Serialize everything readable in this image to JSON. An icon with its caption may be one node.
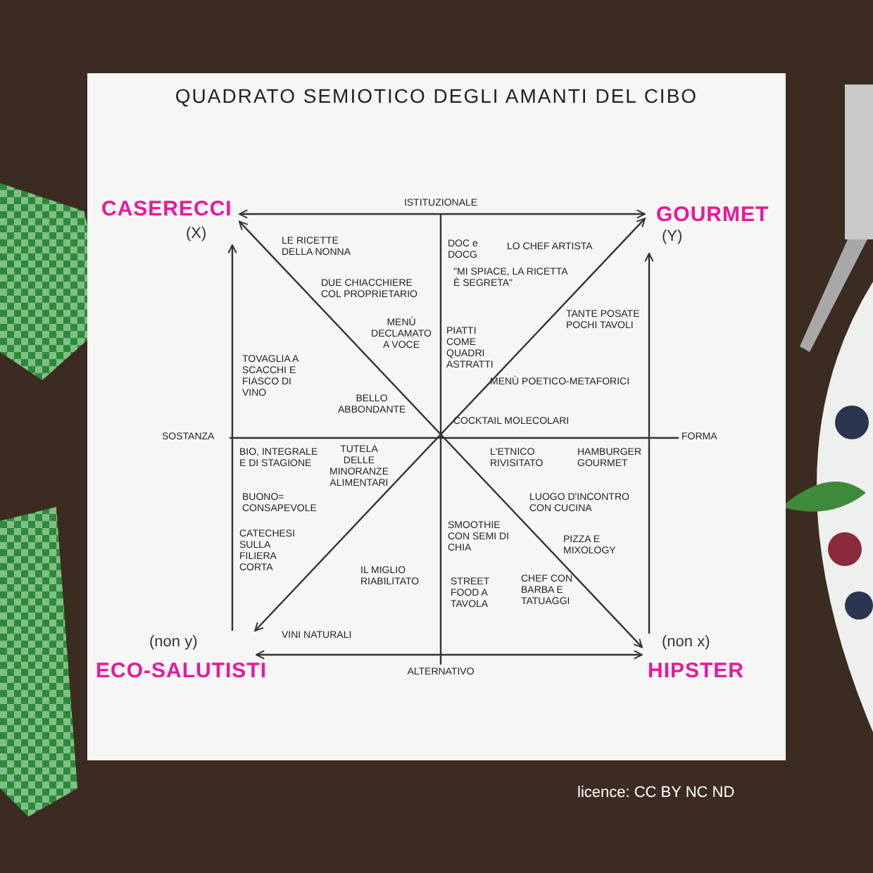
{
  "diagram": {
    "title": "QUADRATO SEMIOTICO DEGLI AMANTI DEL CIBO",
    "nodes": [
      {
        "text": [
          "CASERECCI"
        ],
        "beside": [
          "(X)"
        ]
      },
      {
        "text": [
          "GOURMET"
        ],
        "beside": [
          "(Y)"
        ]
      },
      {
        "text": [
          "ECO-SALUTISTI"
        ],
        "beside": [
          "(non y)"
        ]
      },
      {
        "text": [
          "HIPSTER"
        ],
        "beside": [
          "(non x)"
        ]
      }
    ],
    "edges": [
      {
        "from": 0,
        "to": 1,
        "arrow": "both"
      },
      {
        "from": 2,
        "to": 3,
        "arrow": "both"
      },
      {
        "from": 2,
        "to": 0,
        "arrow": "to"
      },
      {
        "from": 3,
        "to": 1,
        "arrow": "to"
      },
      {
        "from": 2,
        "to": 1,
        "arrow": "both"
      },
      {
        "from": 0,
        "to": 3,
        "arrow": "both"
      }
    ],
    "labels": [
      "ISTITUZIONALE",
      "LE RICETTE DELLA NONNA",
      "DOC e DOCG",
      "LO CHEF ARTISTA",
      "\"MI SPIACE, LA RICETTA È SEGRETA\"",
      "DUE CHIACCHIERE COL PROPRIETARIO",
      "TANTE POSATE POCHI TAVOLI",
      "MENÙ DECLAMATO A VOCE",
      "TOVAGLIA A SCACCHI E FIASCO DI VINO",
      "PIATTI COME QUADRI ASTRATTI",
      "MENÙ POETICO-METAFORICI",
      "BELLO ABBONDANTE",
      "COCKTAIL MOLECOLARI",
      "SOSTANZA",
      "FORMA",
      "BIO, INTEGRALE E DI STAGIONE",
      "TUTELA DELLE MINORANZE ALIMENTARI",
      "L'ETNICO RIVISITATO",
      "HAMBURGER GOURMET",
      "BUONO= CONSAPEVOLE",
      "LUOGO D'INCONTRO CON CUCINA",
      "SMOOTHIE CON SEMI DI CHIA",
      "PIZZA E MIXOLOGY",
      "CATECHESI SULLA FILIERA CORTA",
      "IL MIGLIO RIABILITATO",
      "STREET FOOD A TAVOLA",
      "CHEF CON BARBA E TATUAGGI",
      "VINI NATURALI",
      "ALTERNATIVO",
      "licence: CC BY NC ND"
    ]
  }
}
